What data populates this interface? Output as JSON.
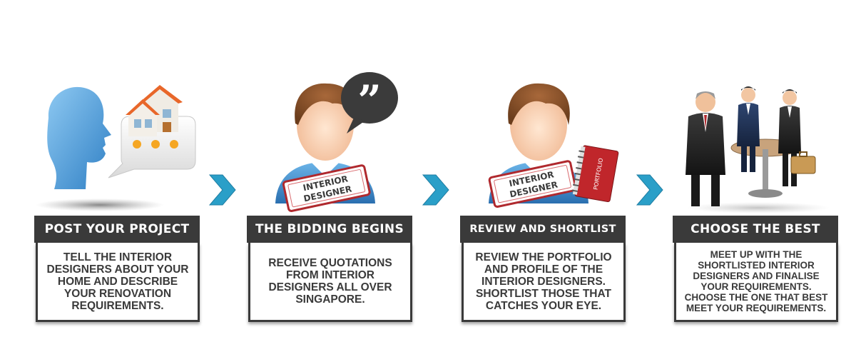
{
  "steps": [
    {
      "title": "Post your project",
      "description": "Tell the interior designers about your home and describe your renovation requirements.",
      "illustration": "speaking-head-house-icon"
    },
    {
      "title": "The bidding begins",
      "description": "Receive quotations from interior designers all over Singapore.",
      "illustration": "designer-speech-icon",
      "badge": [
        "INTERIOR",
        "DESIGNER"
      ]
    },
    {
      "title": "Review and shortlist",
      "description": "Review the portfolio and profile of the interior designers. Shortlist those that catches your eye.",
      "illustration": "designer-portfolio-icon",
      "badge": [
        "INTERIOR",
        "DESIGNER"
      ],
      "book_label": "PORTFOLIO"
    },
    {
      "title": "Choose the best",
      "description": "Meet up with the shortlisted interior designers and finalise your requirements. Choose the one that best meet your requirements.",
      "illustration": "business-meeting-icon"
    }
  ],
  "colors": {
    "title_bar": "#3a3a3a",
    "arrow": "#2a9fc8",
    "head": "#3d8fd1",
    "house_roof": "#e8672a",
    "dots": "#f5a623",
    "book": "#c0262b"
  }
}
